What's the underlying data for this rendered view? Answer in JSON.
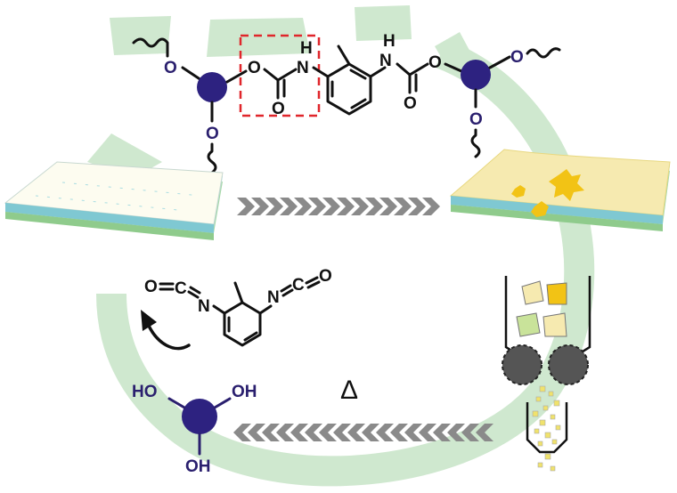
{
  "colors": {
    "cycle_arrow": "#cfe8cf",
    "node_purple": "#2d2280",
    "label_purple": "#2a1f6e",
    "highlight_box": "#e0262b",
    "arrow_chevron": "#8a8a8a",
    "film_top": "#fdfcf0",
    "film_mid": "#9fd8df",
    "film_bottom": "#a8d8a6",
    "damaged_film": "#f6eab0",
    "damage_spot": "#f2c315",
    "grinder_roller": "#555555",
    "particles": "#f0e26c"
  },
  "top_structure": {
    "atoms": {
      "O_left_chain": "O",
      "O_left_down": "O",
      "O_carbamate_ester": "O",
      "N_left": "N",
      "H_left": "H",
      "O_carbonyl_left": "O",
      "N_right": "N",
      "H_right": "H",
      "O_carbamate_right": "O",
      "O_carbonyl_right": "O",
      "O_right_chain": "O",
      "O_right_down": "O"
    }
  },
  "diisocyanate": {
    "atoms": {
      "O_left": "O",
      "C_left": "C",
      "N_left": "N",
      "N_right": "N",
      "C_right": "C",
      "O_right": "O"
    }
  },
  "polyol": {
    "labels": {
      "oh_left": "HO",
      "oh_right": "OH",
      "oh_bottom": "OH"
    }
  },
  "heat_label": "Δ",
  "icons": {
    "left_film": "intact-layered-film-icon",
    "right_film": "damaged-layered-film-icon",
    "grinder": "grinder-hopper-icon",
    "forward_arrow": "chevron-arrow-right-icon",
    "backward_arrow": "chevron-arrow-left-icon",
    "cycle": "recycling-cycle-arrow-icon",
    "curved_arrow": "curved-arrow-icon"
  }
}
